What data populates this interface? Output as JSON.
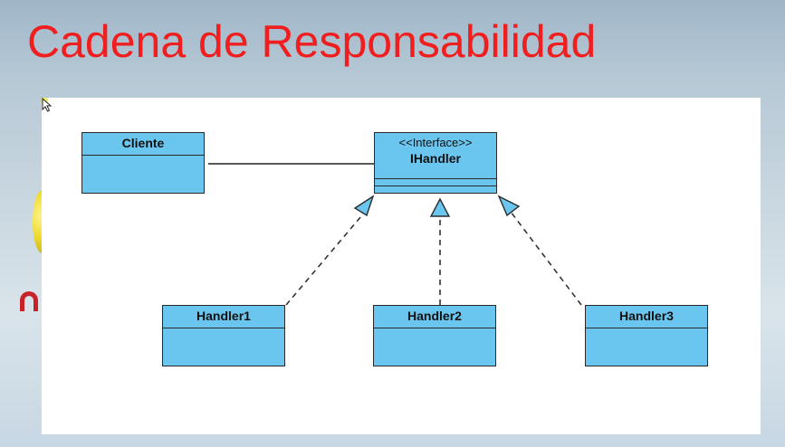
{
  "slide": {
    "title": "Cadena de Responsabilidad"
  },
  "diagram": {
    "classes": {
      "cliente": {
        "name": "Cliente"
      },
      "ihandler": {
        "stereotype": "<<Interface>>",
        "name": "IHandler"
      },
      "handler1": {
        "name": "Handler1"
      },
      "handler2": {
        "name": "Handler2"
      },
      "handler3": {
        "name": "Handler3"
      }
    },
    "relations": [
      {
        "type": "association",
        "from": "Cliente",
        "to": "IHandler"
      },
      {
        "type": "realization",
        "from": "Handler1",
        "to": "IHandler"
      },
      {
        "type": "realization",
        "from": "Handler2",
        "to": "IHandler"
      },
      {
        "type": "realization",
        "from": "Handler3",
        "to": "IHandler"
      }
    ]
  },
  "colors": {
    "title": "#f01e1e",
    "class_fill": "#6bc6ef",
    "class_border": "#2a2a2a"
  }
}
